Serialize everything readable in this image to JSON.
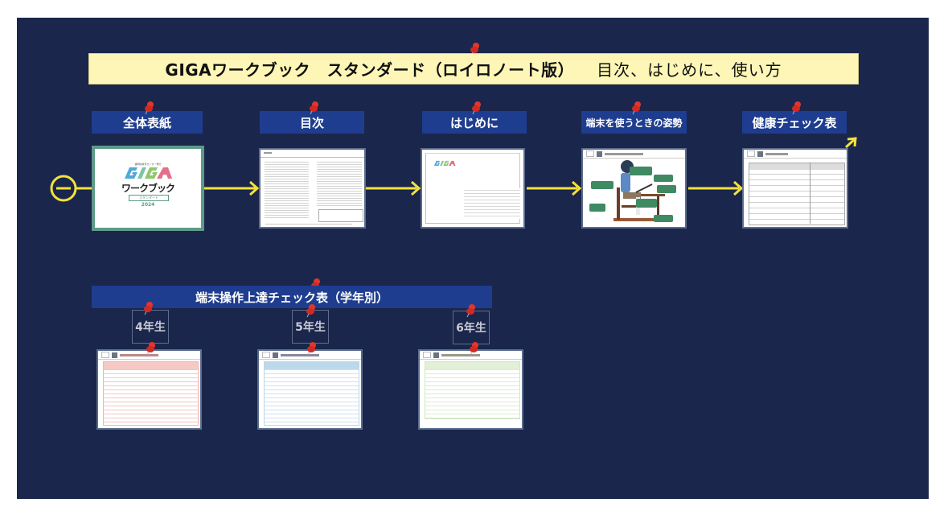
{
  "title": {
    "bold": "GIGAワークブック　スタンダード（ロイロノート版）",
    "light": "目次、はじめに、使い方"
  },
  "colors": {
    "board": "#1a264b",
    "banner": "#fdf6b6",
    "label": "#1f3d8f",
    "connector": "#f4e13a",
    "pin": "#e2362b",
    "grade4_accent": "#f3b6b2",
    "grade5_accent": "#b9d7ea",
    "grade6_accent": "#cfe6c2"
  },
  "flow": {
    "start_icon": "minus-circle-icon",
    "steps": [
      {
        "label": "全体表紙",
        "card": "cover"
      },
      {
        "label": "目次",
        "card": "toc"
      },
      {
        "label": "はじめに",
        "card": "intro"
      },
      {
        "label": "端末を使うときの姿勢",
        "card": "posture"
      },
      {
        "label": "健康チェック表",
        "card": "health"
      }
    ],
    "cover": {
      "publisher": "福岡県教育センター発行",
      "logo": "GIGA",
      "subtitle": "ワークブック",
      "edition": "スタンダード",
      "year": "2024"
    },
    "end_icon": "arrow-up-right-icon"
  },
  "skills": {
    "header": "端末操作上達チェック表（学年別）",
    "grades": [
      {
        "label": "4年生"
      },
      {
        "label": "5年生"
      },
      {
        "label": "6年生"
      }
    ]
  }
}
